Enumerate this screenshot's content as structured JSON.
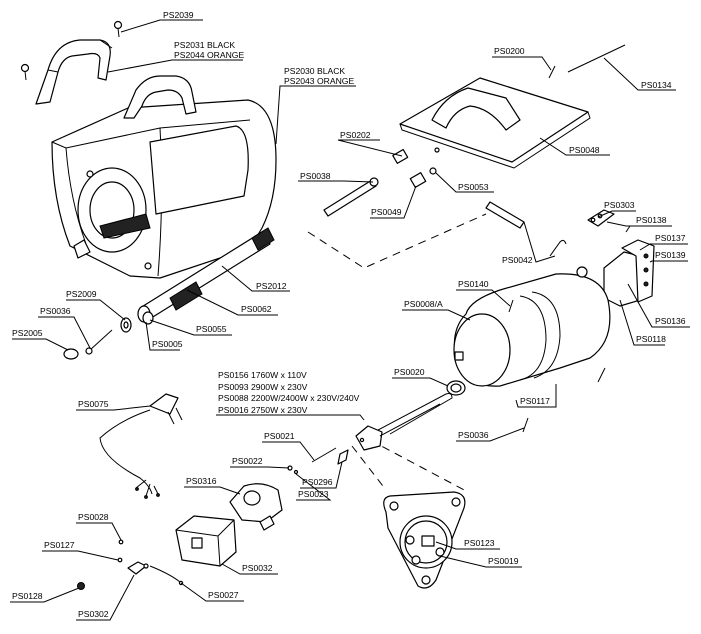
{
  "labels": {
    "ps2039": "PS2039",
    "ps2031": "PS2031 BLACK",
    "ps2044": "PS2044 ORANGE",
    "ps2030": "PS2030 BLACK",
    "ps2043": "PS2043 ORANGE",
    "ps0200": "PS0200",
    "ps0134": "PS0134",
    "ps0048": "PS0048",
    "ps0202": "PS0202",
    "ps0038": "PS0038",
    "ps0053": "PS0053",
    "ps0049": "PS0049",
    "ps0303": "PS0303",
    "ps0138": "PS0138",
    "ps0137": "PS0137",
    "ps0139": "PS0139",
    "ps0042": "PS0042",
    "ps0140": "PS0140",
    "ps0008a": "PS0008/A",
    "ps0136": "PS0136",
    "ps0118": "PS0118",
    "ps2012": "PS2012",
    "ps2009": "PS2009",
    "ps0036a": "PS0036",
    "ps0062": "PS0062",
    "ps0055": "PS0055",
    "ps2005": "PS2005",
    "ps0005": "PS0005",
    "ps0156": "PS0156 1760W x 110V",
    "ps0093": "PS0093 2900W x 230V",
    "ps0088": "PS0088 2200W/2400W x 230V/240V",
    "ps0016": "PS0016 2750W x 230V",
    "ps0020": "PS0020",
    "ps0117": "PS0117",
    "ps0075": "PS0075",
    "ps0036b": "PS0036",
    "ps0021": "PS0021",
    "ps0022": "PS0022",
    "ps0296": "PS0296",
    "ps0023": "PS0023",
    "ps0316": "PS0316",
    "ps0028": "PS0028",
    "ps0032": "PS0032",
    "ps0127": "PS0127",
    "ps0123": "PS0123",
    "ps0019": "PS0019",
    "ps0128": "PS0128",
    "ps0027": "PS0027",
    "ps0302": "PS0302"
  }
}
